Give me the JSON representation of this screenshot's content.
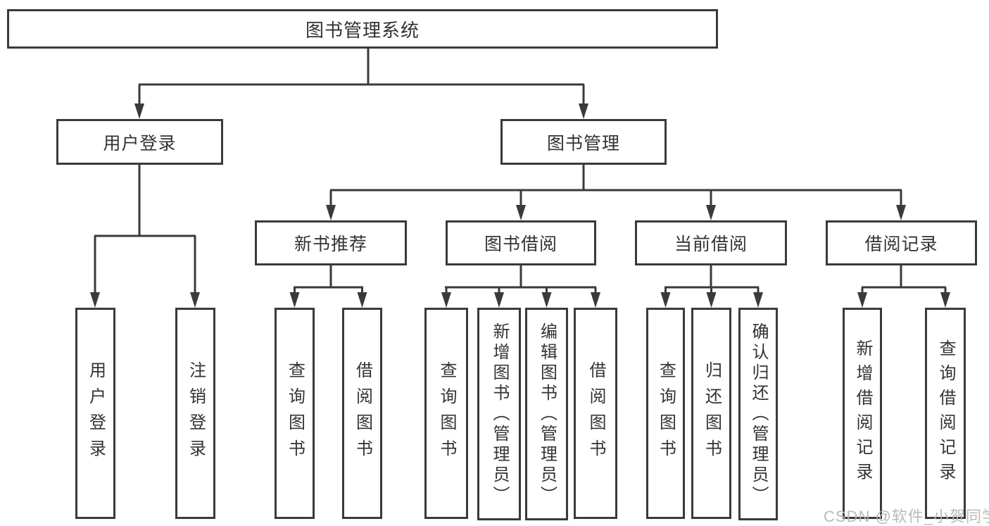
{
  "diagram": {
    "root": {
      "label": "图书管理系统"
    },
    "branches": [
      {
        "label": "用户登录",
        "children": [
          {
            "label": "用户登录"
          },
          {
            "label": "注销登录"
          }
        ]
      },
      {
        "label": "图书管理",
        "children": [
          {
            "label": "新书推荐",
            "children": [
              {
                "label": "查询图书"
              },
              {
                "label": "借阅图书"
              }
            ]
          },
          {
            "label": "图书借阅",
            "children": [
              {
                "label": "查询图书"
              },
              {
                "label": "新增图书（管理员）"
              },
              {
                "label": "编辑图书（管理员）"
              },
              {
                "label": "借阅图书"
              }
            ]
          },
          {
            "label": "当前借阅",
            "children": [
              {
                "label": "查询图书"
              },
              {
                "label": "归还图书"
              },
              {
                "label": "确认归还（管理员）"
              }
            ]
          },
          {
            "label": "借阅记录",
            "children": [
              {
                "label": "新增借阅记录"
              },
              {
                "label": "查询借阅记录"
              }
            ]
          }
        ]
      }
    ]
  },
  "watermark": {
    "text": "CSDN @软件_小贺同学"
  },
  "colors": {
    "line": "#3a3a3a",
    "text": "#333333",
    "background": "#ffffff",
    "watermark": "#b6b6b6"
  }
}
